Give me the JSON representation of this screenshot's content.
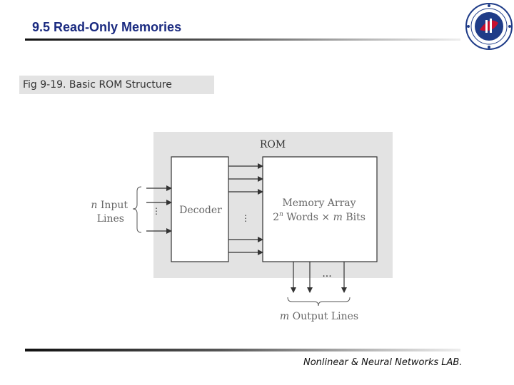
{
  "slide": {
    "title": "9.5 Read-Only Memories",
    "caption": "Fig 9-19. Basic ROM Structure",
    "footer": "Nonlinear & Neural Networks LAB."
  },
  "logo": {
    "icon": "university-seal-icon",
    "colors": {
      "red": "#c8102e",
      "blue": "#1f3c88"
    }
  },
  "diagram": {
    "rom_label": "ROM",
    "decoder_label": "Decoder",
    "memory_array": {
      "line1": "Memory Array",
      "line2_pre": "2",
      "line2_sup": "n",
      "line2_post": " Words × ",
      "line2_m": "m",
      "line2_end": " Bits"
    },
    "input_label": {
      "n": "n",
      "line1_rest": " Input",
      "line2": "Lines"
    },
    "output_label": {
      "m": "m",
      "rest": " Output Lines"
    },
    "ellipsis": "...",
    "colors": {
      "panel": "#e3e3e3",
      "block": "#ffffff",
      "line": "#333333",
      "label": "#666666"
    }
  }
}
